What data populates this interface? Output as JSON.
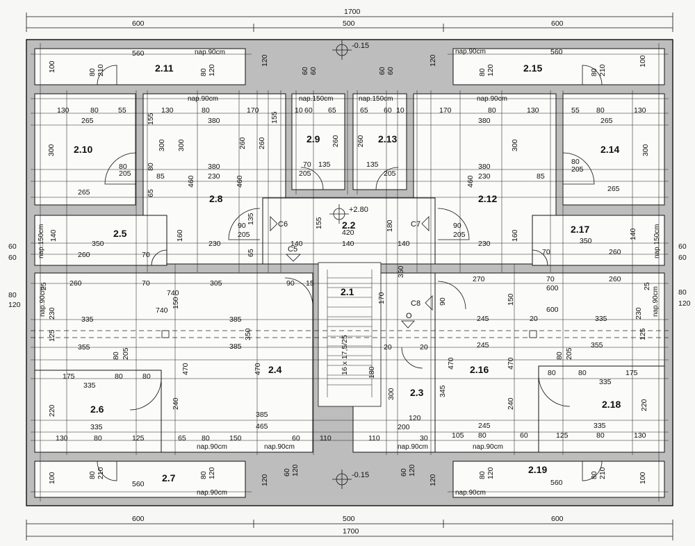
{
  "overall": {
    "top_total": "1700",
    "top_segments": [
      "600",
      "500",
      "600"
    ],
    "bottom_segments": [
      "600",
      "500",
      "600"
    ],
    "bottom_total": "1700"
  },
  "levels": {
    "top": "-0.15",
    "center": "+2.80",
    "bottom": "-0.15"
  },
  "rooms": {
    "r2_1": "2.1",
    "r2_2": "2.2",
    "r2_3": "2.3",
    "r2_4": "2.4",
    "r2_5": "2.5",
    "r2_6": "2.6",
    "r2_7": "2.7",
    "r2_8": "2.8",
    "r2_9": "2.9",
    "r2_10": "2.10",
    "r2_11": "2.11",
    "r2_12": "2.12",
    "r2_13": "2.13",
    "r2_14": "2.14",
    "r2_15": "2.15",
    "r2_16": "2.16",
    "r2_17": "2.17",
    "r2_18": "2.18",
    "r2_19": "2.19"
  },
  "markers": {
    "c5": "C5",
    "c6": "C6",
    "c7": "C7",
    "c8": "C8",
    "o": "O"
  },
  "stair_note": "16 x 17,5/25",
  "windows": {
    "w90": "nap.90cm",
    "w150": "nap.150cm"
  },
  "dims": {
    "d560": "560",
    "d100": "100",
    "d210": "210",
    "d80": "80",
    "d120": "120",
    "d60": "60",
    "d130": "130",
    "d55": "55",
    "d265": "265",
    "d300": "300",
    "d205": "205",
    "d380": "380",
    "d170": "170",
    "d155": "155",
    "d260": "260",
    "d65": "65",
    "d10": "10",
    "d135": "135",
    "d70": "70",
    "d230": "230",
    "d460": "460",
    "d85": "85",
    "d160": "160",
    "d140": "140",
    "d350": "350",
    "d420": "420",
    "d180": "180",
    "d740": "740",
    "d305": "305",
    "d90": "90",
    "d15": "15",
    "d150": "150",
    "d335": "335",
    "d385": "385",
    "d125": "125",
    "d355": "355",
    "d470": "470",
    "d175": "175",
    "d220": "220",
    "d240": "240",
    "d465": "465",
    "d110": "110",
    "d200": "200",
    "d30": "30",
    "d20": "20",
    "d25": "25",
    "d600": "600",
    "d270": "270",
    "d245": "245",
    "d345": "345",
    "d105": "105"
  }
}
